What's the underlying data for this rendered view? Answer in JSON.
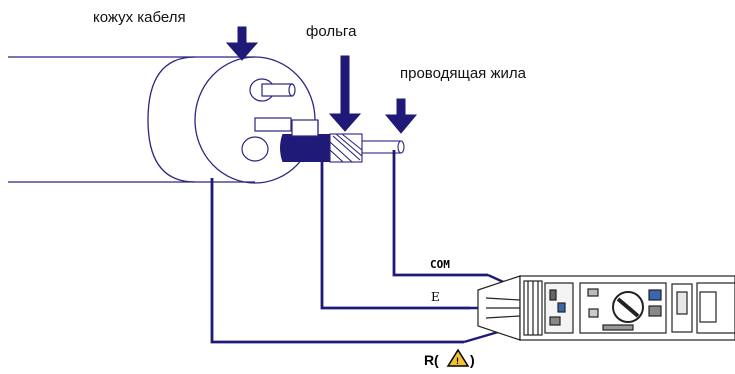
{
  "labels": {
    "jacket": "кожух кабеля",
    "foil": "фольга",
    "conductor": "проводящая жила"
  },
  "leads": {
    "com": "COM",
    "e": "E",
    "r": "R"
  },
  "colors": {
    "wire": "#1f1a78",
    "outline": "#2a2580",
    "arrow": "#1f1a78",
    "warning": "#f2c230"
  }
}
